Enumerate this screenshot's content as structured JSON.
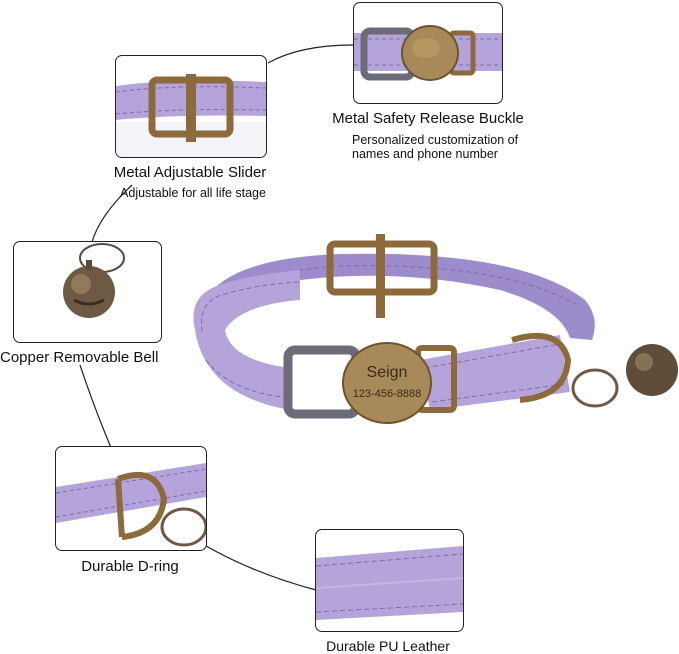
{
  "callouts": {
    "buckle": {
      "title": "Metal Safety Release Buckle",
      "desc_line1": "Personalized customization of",
      "desc_line2": "names and phone number"
    },
    "slider": {
      "title": "Metal Adjustable Slider",
      "desc": "Adjustable for all life stage"
    },
    "bell": {
      "title": "Copper Removable Bell"
    },
    "dring": {
      "title": "Durable D-ring"
    },
    "leather": {
      "title": "Durable PU Leather"
    }
  },
  "tag": {
    "name": "Seign",
    "phone": "123-456-8888"
  },
  "colors": {
    "collar": "#b4a4da",
    "collar_dark": "#8f7cc2",
    "stitch": "#7d6aaf",
    "brass": "#8c6a3c",
    "brass_light": "#c8a26a",
    "plastic": "#6c6c78"
  }
}
